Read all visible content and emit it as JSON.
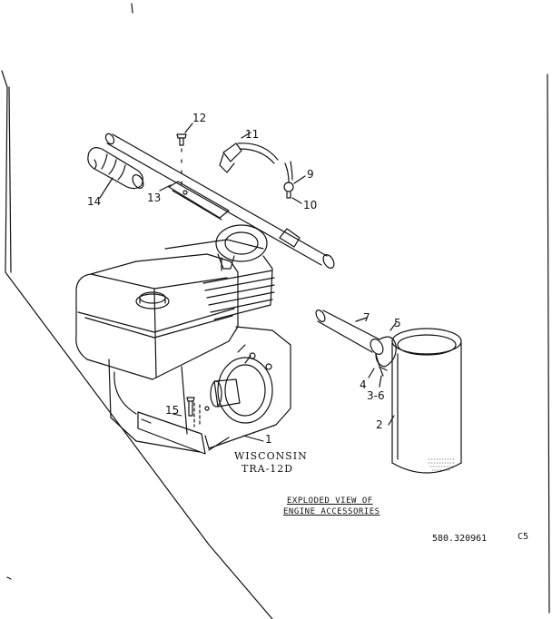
{
  "callouts": {
    "c1": "1",
    "c2": "2",
    "c4": "4",
    "c5": "5",
    "c36": "3-6",
    "c7": "7",
    "c9": "9",
    "c10": "10",
    "c11": "11",
    "c12": "12",
    "c13": "13",
    "c14": "14",
    "c15": "15"
  },
  "engine": {
    "brand": "WISCONSIN",
    "model": "TRA-12D"
  },
  "caption": {
    "line1": "EXPLODED VIEW OF",
    "line2": "ENGINE ACCESSORIES"
  },
  "footer": {
    "part_number": "580.320961",
    "sheet": "C5"
  }
}
